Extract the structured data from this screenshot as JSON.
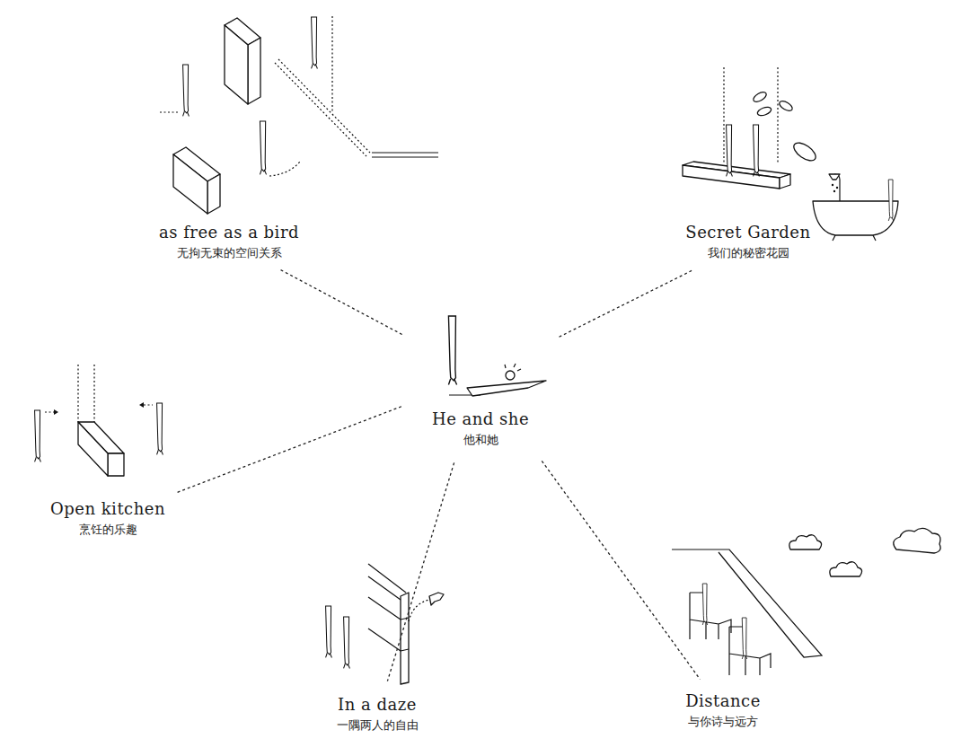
{
  "diagram": {
    "nodes": [
      {
        "text": [
          "as free as a bird",
          "无拘无束的空间关系"
        ]
      },
      {
        "text": [
          "Secret Garden",
          "我们的秘密花园"
        ]
      },
      {
        "text": [
          "He and she",
          "他和她"
        ]
      },
      {
        "text": [
          "Open kitchen",
          "烹饪的乐趣"
        ]
      },
      {
        "text": [
          "In a daze",
          "一隅两人的自由"
        ]
      },
      {
        "text": [
          "Distance",
          "与你诗与远方"
        ]
      }
    ],
    "edges": [
      {
        "from": 2,
        "to": 0,
        "arrow": "none"
      },
      {
        "from": 2,
        "to": 1,
        "arrow": "none"
      },
      {
        "from": 2,
        "to": 3,
        "arrow": "none"
      },
      {
        "from": 2,
        "to": 4,
        "arrow": "none"
      },
      {
        "from": 2,
        "to": 5,
        "arrow": "none"
      }
    ]
  }
}
